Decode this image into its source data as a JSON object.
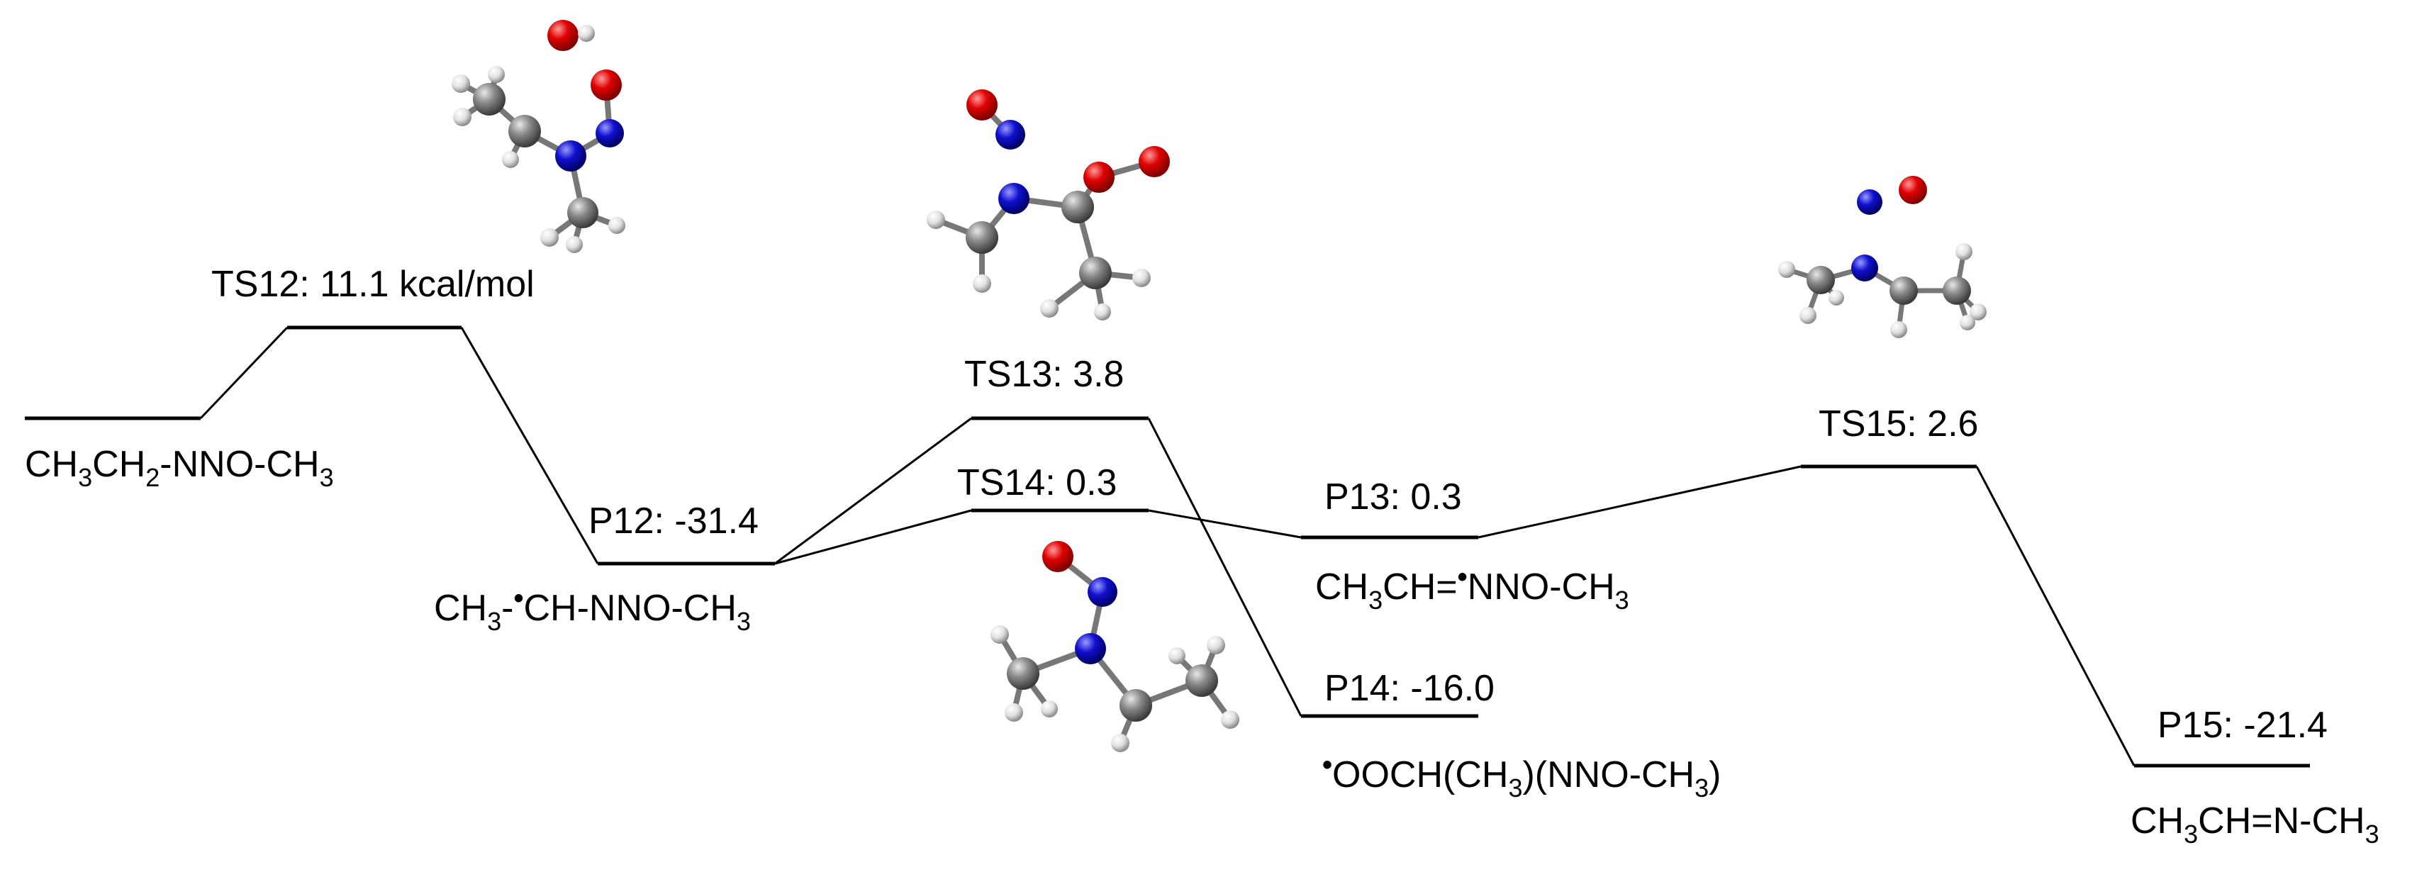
{
  "levels": [
    {
      "id": "reactant",
      "label": "",
      "species": "CH3CH2-NNO-CH3"
    },
    {
      "id": "ts12",
      "label": "TS12: 11.1 kcal/mol"
    },
    {
      "id": "p12",
      "label": "P12: -31.4",
      "species": "CH3-•CH-NNO-CH3"
    },
    {
      "id": "ts13",
      "label": "TS13: 3.8"
    },
    {
      "id": "ts14",
      "label": "TS14: 0.3"
    },
    {
      "id": "p13",
      "label": "P13: 0.3",
      "species": "CH3CH=•NNO-CH3"
    },
    {
      "id": "p14",
      "label": "P14: -16.0",
      "species": "•OOCH(CH3)(NNO-CH3)"
    },
    {
      "id": "ts15",
      "label": "TS15: 2.6"
    },
    {
      "id": "p15",
      "label": "P15: -21.4",
      "species": "CH3CH=N-CH3"
    }
  ],
  "species_parts": {
    "reactant": [
      "CH",
      "3",
      "CH",
      "2",
      "-NNO-CH",
      "3"
    ],
    "p12": [
      "CH",
      "3",
      "-",
      "•",
      "CH-NNO-CH",
      "3"
    ],
    "p13": [
      "CH",
      "3",
      "CH=",
      "•",
      "NNO-CH",
      "3"
    ],
    "p14": [
      "•",
      "OOCH(CH",
      "3",
      ")(NNO-CH",
      "3",
      ")"
    ],
    "p15": [
      "CH",
      "3",
      "CH=N-CH",
      "3"
    ]
  },
  "colors": {
    "oxygen": "#e00000",
    "nitrogen": "#1010d0",
    "carbon": "#8a8a8a",
    "hydrogen": "#e6e6e6",
    "line": "#000000"
  }
}
